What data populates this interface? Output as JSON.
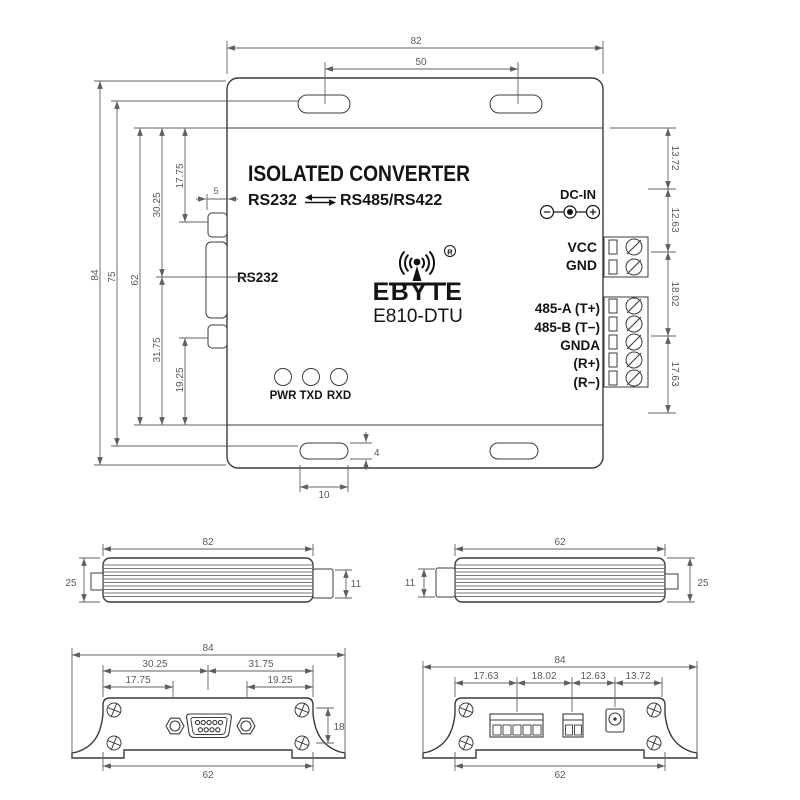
{
  "device_top": {
    "title": "ISOLATED CONVERTER",
    "conv_left": "RS232",
    "conv_right": "RS485/RS422",
    "dc_in": "DC-IN",
    "minus": "−",
    "plus": "+",
    "vcc": "VCC",
    "gnd": "GND",
    "rs485_lines": [
      "485-A (T+)",
      "485-B (T−)",
      "GNDA",
      "(R+)",
      "(R−)"
    ],
    "rs232_label": "RS232",
    "leds": [
      "PWR",
      "TXD",
      "RXD"
    ],
    "brand": "EBYTE",
    "model": "E810-DTU",
    "reg": "®"
  },
  "dims": {
    "top": {
      "overall_w": "82",
      "slot_span": "50",
      "overall_h": "84",
      "inner_h": "75",
      "body_h": "62",
      "upper_half": "30.25",
      "upper_conn": "17.75",
      "lower_half": "31.75",
      "lower_conn": "19.25",
      "conn_depth": "5",
      "slot_h": "4",
      "slot_w": "10",
      "right_seg1": "13.72",
      "right_seg2": "12.63",
      "right_seg3": "18.02",
      "right_seg4": "17.63"
    },
    "side_left": {
      "w": "82",
      "h": "25",
      "tab": "11"
    },
    "side_right": {
      "w": "62",
      "h": "25",
      "tab": "11"
    },
    "front": {
      "w": "84",
      "left_half": "30.25",
      "right_half": "31.75",
      "left_conn": "17.75",
      "right_conn": "19.25",
      "panel_h": "18",
      "base": "62"
    },
    "back": {
      "w": "84",
      "seg1": "17.63",
      "seg2": "18.02",
      "seg3": "12.63",
      "seg4": "13.72",
      "base": "62"
    }
  }
}
